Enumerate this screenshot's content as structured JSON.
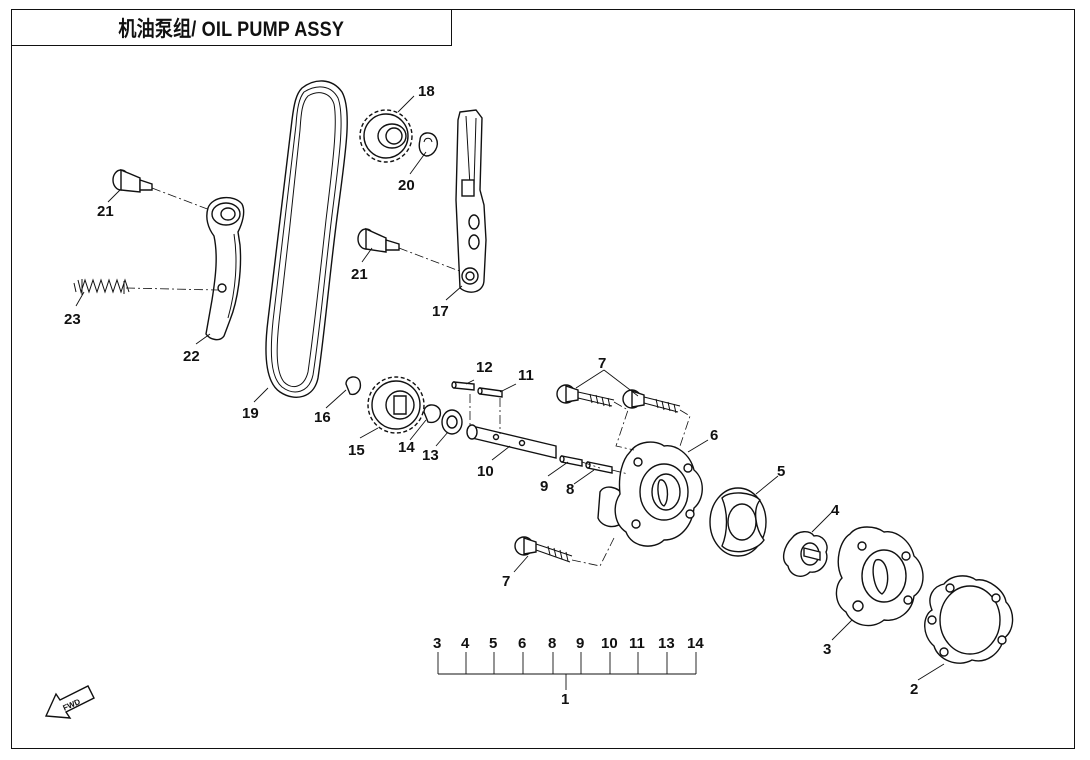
{
  "title": "机油泵组/ OIL PUMP ASSY",
  "fwd_text": "FWD",
  "labels": {
    "p18": "18",
    "p20": "20",
    "p21a": "21",
    "p21b": "21",
    "p23": "23",
    "p22": "22",
    "p17": "17",
    "p19": "19",
    "p16": "16",
    "p15": "15",
    "p14": "14",
    "p13": "13",
    "p12": "12",
    "p11": "11",
    "p10": "10",
    "p9": "9",
    "p8": "8",
    "p7a": "7",
    "p7b": "7",
    "p6": "6",
    "p5": "5",
    "p4": "4",
    "p3": "3",
    "p2": "2",
    "p1": "1"
  },
  "assembly_members": [
    "3",
    "4",
    "5",
    "6",
    "8",
    "9",
    "10",
    "11",
    "13",
    "14"
  ]
}
